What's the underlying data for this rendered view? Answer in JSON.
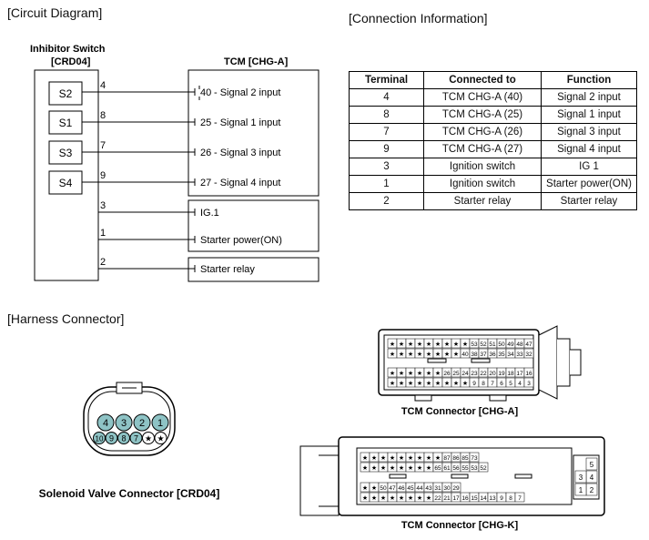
{
  "sections": {
    "circuit": "[Circuit Diagram]",
    "connection": "[Connection Information]",
    "harness": "[Harness Connector]"
  },
  "circuit": {
    "switch_title": "Inhibitor Switch",
    "switch_code": "[CRD04]",
    "tcm_title": "TCM [CHG-A]",
    "switch_pins": [
      {
        "label": "S2",
        "wire": "4"
      },
      {
        "label": "S1",
        "wire": "8"
      },
      {
        "label": "S3",
        "wire": "7"
      },
      {
        "label": "S4",
        "wire": "9"
      }
    ],
    "tcm_pins": [
      {
        "num": "40",
        "text": "- Signal 2 input"
      },
      {
        "num": "25",
        "text": "- Signal 1 input"
      },
      {
        "num": "26",
        "text": "- Signal 3 input"
      },
      {
        "num": "27",
        "text": "- Signal 4 input"
      }
    ],
    "other_wires": [
      {
        "wire": "3",
        "text": "IG.1"
      },
      {
        "wire": "1",
        "text": "Starter power(ON)"
      },
      {
        "wire": "2",
        "text": "Starter relay"
      }
    ]
  },
  "connection_table": {
    "headers": [
      "Terminal",
      "Connected to",
      "Function"
    ],
    "rows": [
      [
        "4",
        "TCM CHG-A (40)",
        "Signal 2 input"
      ],
      [
        "8",
        "TCM CHG-A (25)",
        "Signal 1 input"
      ],
      [
        "7",
        "TCM CHG-A (26)",
        "Signal 3 input"
      ],
      [
        "9",
        "TCM CHG-A (27)",
        "Signal 4 input"
      ],
      [
        "3",
        "Ignition switch",
        "IG 1"
      ],
      [
        "1",
        "Ignition switch",
        "Starter power(ON)"
      ],
      [
        "2",
        "Starter relay",
        "Starter relay"
      ]
    ]
  },
  "harness": {
    "solenoid": {
      "caption": "Solenoid Valve Connector [CRD04]",
      "top_pins": [
        "4",
        "3",
        "2",
        "1"
      ],
      "bottom_pins": [
        "10",
        "9",
        "8",
        "7",
        "★",
        "★"
      ]
    },
    "tcm_a": {
      "caption": "TCM Connector [CHG-A]",
      "row1": [
        "53",
        "52",
        "51",
        "50",
        "49",
        "48",
        "47"
      ],
      "row2": [
        "40",
        "38",
        "37",
        "36",
        "35",
        "34",
        "33",
        "32"
      ],
      "row3": [
        "26",
        "25",
        "24",
        "23",
        "22",
        "20",
        "19",
        "18",
        "17",
        "16"
      ],
      "row4": [
        "9",
        "8",
        "7",
        "6",
        "5",
        "4",
        "3"
      ]
    },
    "tcm_k": {
      "caption": "TCM Connector [CHG-K]",
      "row1": [
        "87",
        "86",
        "85",
        "73"
      ],
      "row2": [
        "65",
        "61",
        "56",
        "55",
        "53",
        "52"
      ],
      "row3": [
        "50",
        "47",
        "46",
        "45",
        "44",
        "43",
        "31",
        "30",
        "29"
      ],
      "row4": [
        "22",
        "21",
        "17",
        "16",
        "15",
        "14",
        "13",
        "9",
        "8",
        "7"
      ],
      "side": [
        "5",
        "4",
        "3",
        "2",
        "1"
      ]
    }
  },
  "colors": {
    "pin_fill": "#8ec3c5",
    "line": "#000000"
  }
}
